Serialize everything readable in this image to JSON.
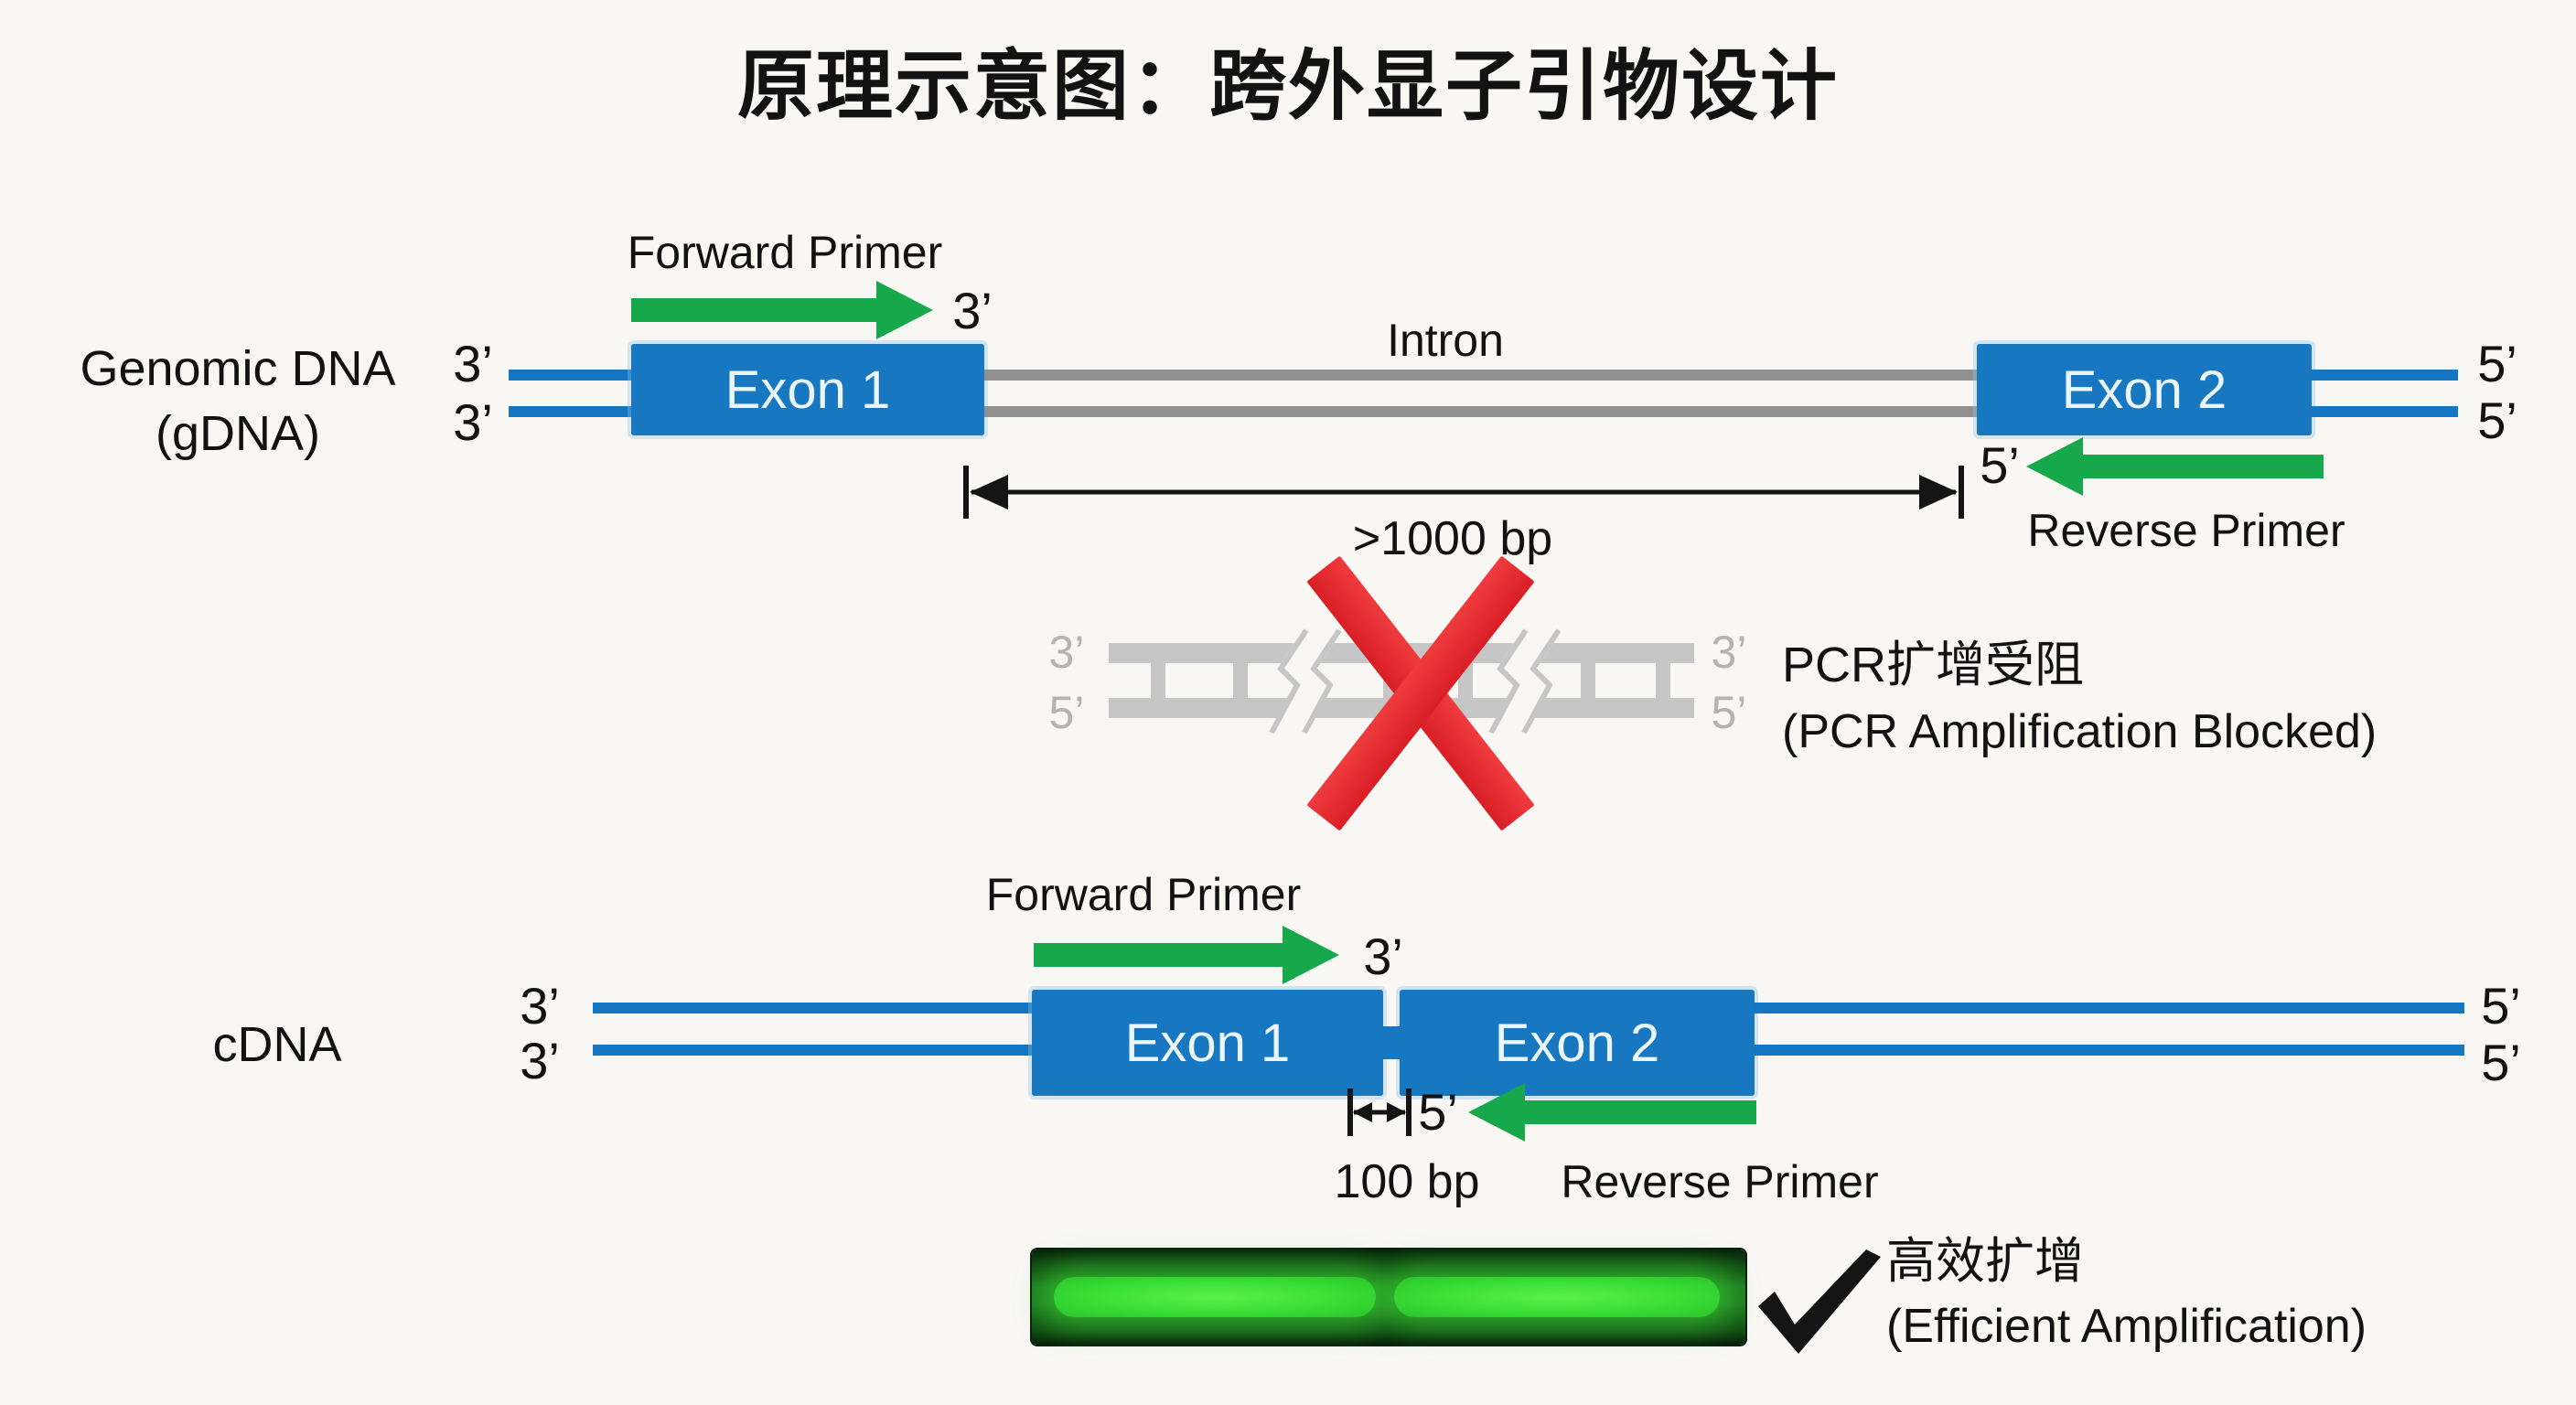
{
  "title": "原理示意图：跨外显子引物设计",
  "gdna": {
    "name_line1": "Genomic DNA",
    "name_line2": "(gDNA)",
    "left_end_top": "3’",
    "left_end_bottom": "3’",
    "right_end_top": "5’",
    "right_end_bottom": "5’",
    "exon1": "Exon 1",
    "exon2": "Exon 2",
    "intron": "Intron",
    "forward_primer": "Forward Primer",
    "forward_primer_end": "3’",
    "reverse_primer": "Reverse Primer",
    "reverse_primer_end": "5’",
    "intron_distance": ">1000 bp"
  },
  "blocked": {
    "ladder_left_top": "3’",
    "ladder_left_bottom": "5’",
    "ladder_right_top": "3’",
    "ladder_right_bottom": "5’",
    "caption_zh": "PCR扩增受阻",
    "caption_en": "(PCR Amplification Blocked)"
  },
  "cdna": {
    "name": "cDNA",
    "left_end_top": "3’",
    "left_end_bottom": "3’",
    "right_end_top": "5’",
    "right_end_bottom": "5’",
    "exon1": "Exon 1",
    "exon2": "Exon 2",
    "forward_primer": "Forward Primer",
    "forward_primer_end": "3’",
    "reverse_primer": "Reverse Primer",
    "reverse_primer_end": "5’",
    "junction_distance": "100 bp"
  },
  "result": {
    "caption_zh": "高效扩增",
    "caption_en": "(Efficient Amplification)"
  },
  "colors": {
    "background": "#f8f7f4",
    "exon_blue": "#1777c0",
    "strand_blue": "#1576c4",
    "primer_green": "#17a84b",
    "intron_gray": "#919191",
    "ladder_gray": "#c6c6c6",
    "cross_red": "#d91f26",
    "gel_band": "#39df35"
  }
}
